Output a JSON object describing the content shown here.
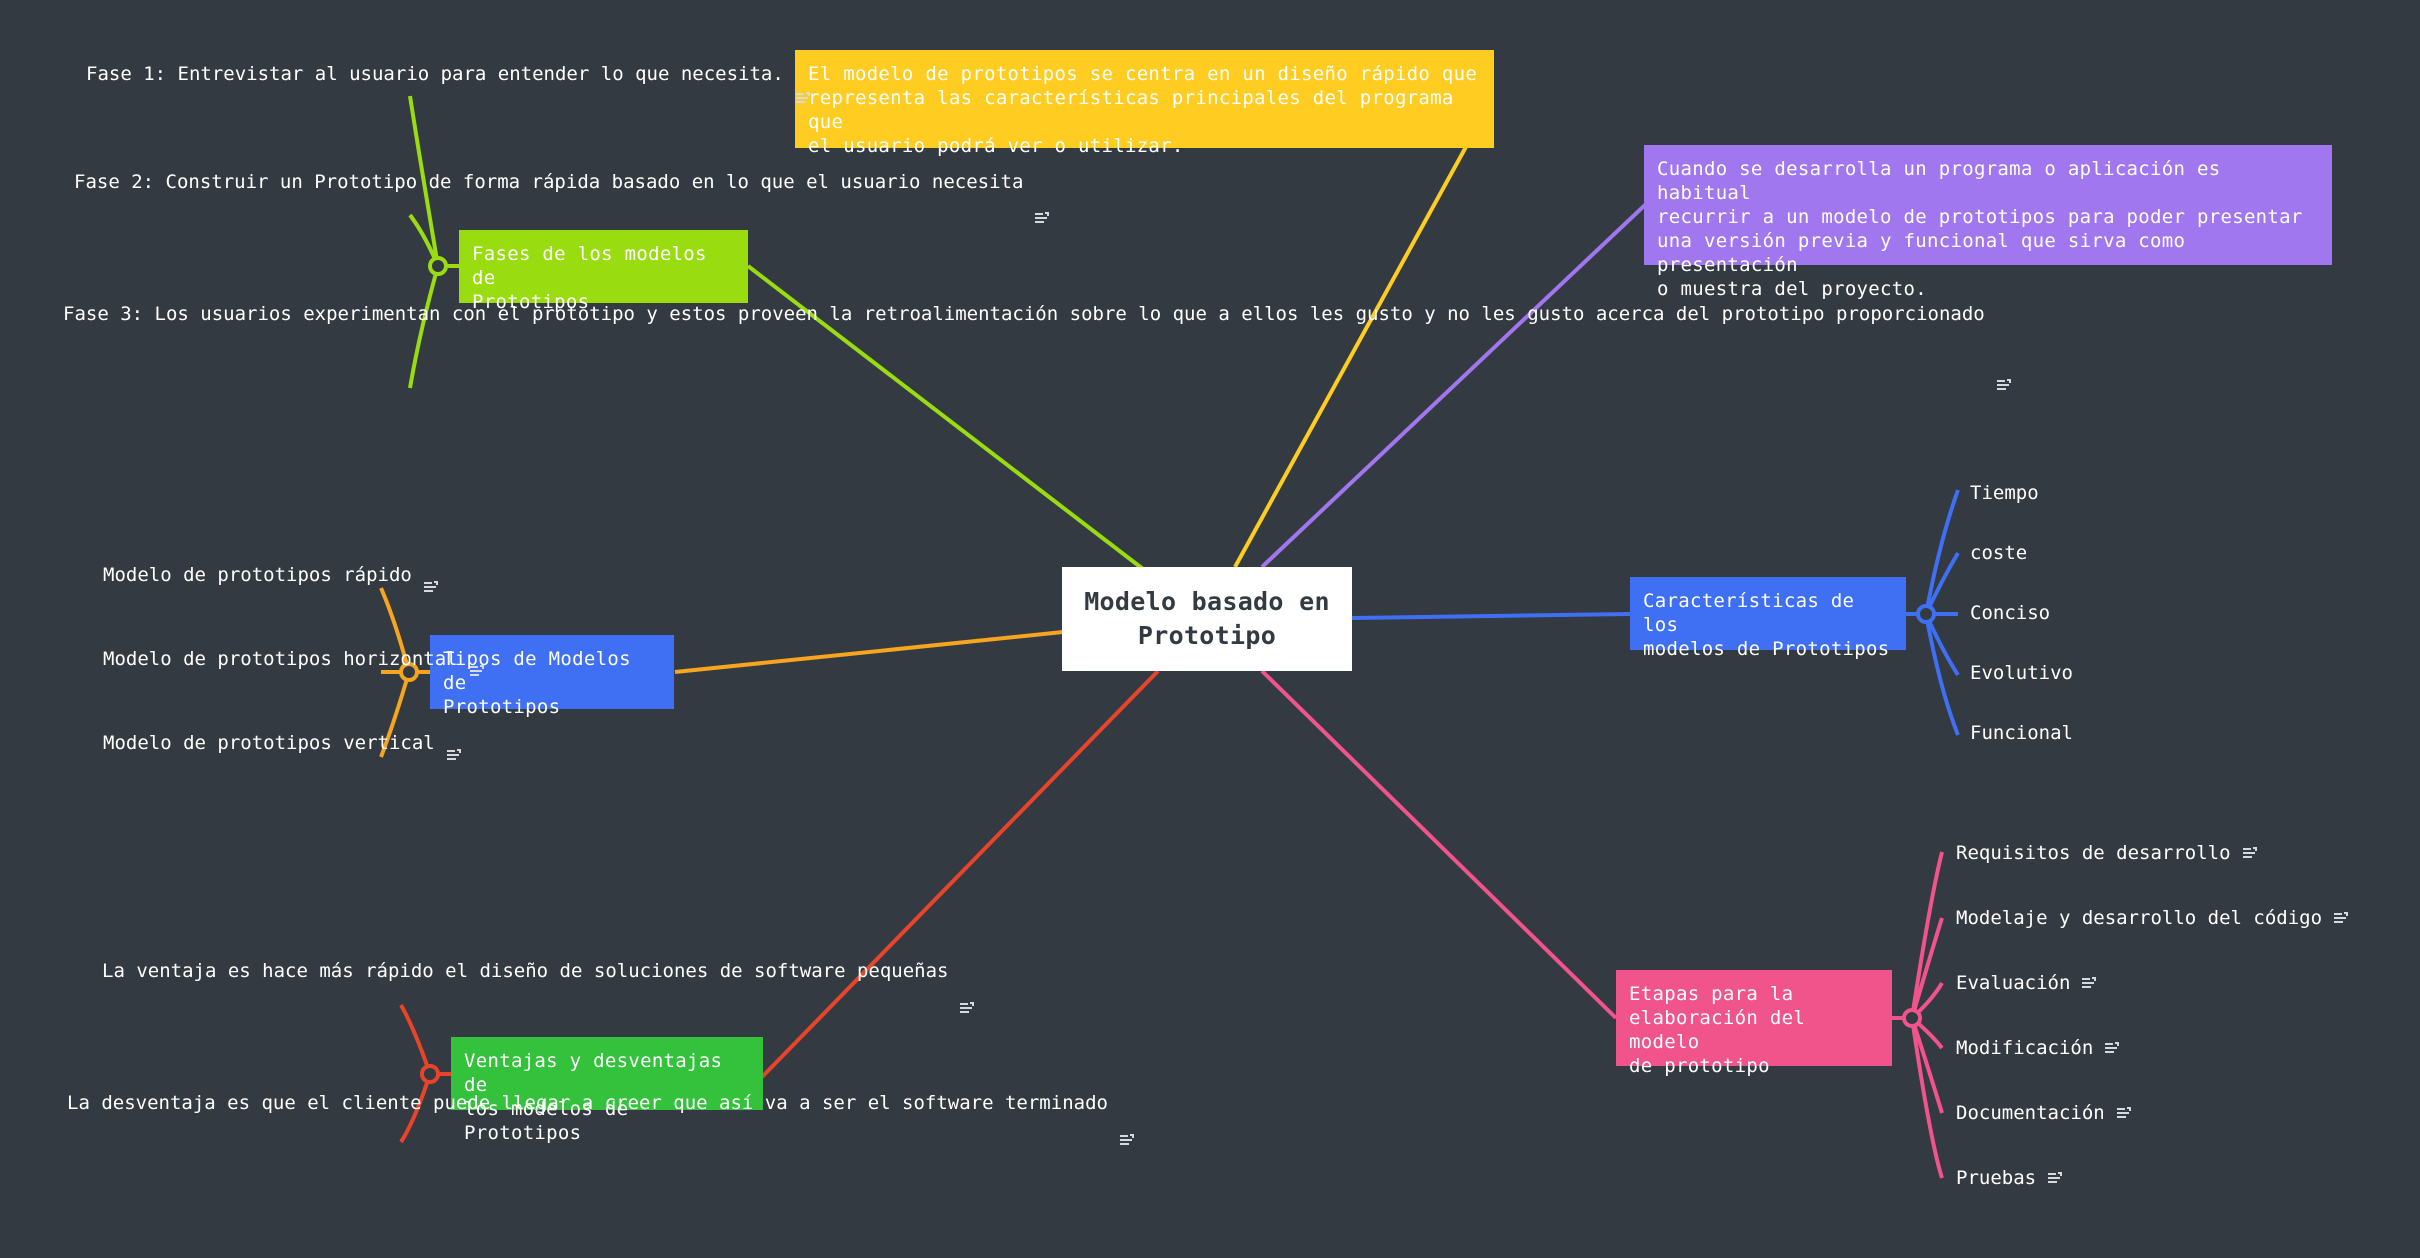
{
  "colors": {
    "background": "#343a41",
    "central": "#ffffff",
    "yellow": "#ffcc22",
    "purple": "#a077ef",
    "blue": "#3f6ff2",
    "pink": "#f0548a",
    "green_topic": "#99dd11",
    "green_adv": "#34c23c",
    "orange": "#f6a51f",
    "red": "#e8442a"
  },
  "central": {
    "title": "Modelo basado en\nPrototipo"
  },
  "notes": {
    "definition": "El modelo de prototipos se centra en un diseño rápido que\nrepresenta las características principales del programa que\nel usuario podrá ver o utilizar.",
    "usage": "Cuando se desarrolla un programa o aplicación es habitual\nrecurrir a un modelo de prototipos para poder presentar\nuna versión previa y funcional que sirva como presentación\no muestra del proyecto."
  },
  "topics": {
    "fases": {
      "label": "Fases de los modelos de\nPrototipos",
      "items": [
        "Fase 1: Entrevistar al\nusuario para entender lo\nque necesita.",
        "Fase 2: Construir un\nPrototipo de forma rápida\nbasado en lo que el\nusuario necesita",
        "Fase 3: Los usuarios\nexperimentan con el\nprototipo y estos proveen\nla retroalimentación sobre\nlo que a ellos les gusto y\nno les gusto acerca del\nprototipo proporcionado"
      ]
    },
    "tipos": {
      "label": "Tipos de Modelos de\nPrototipos",
      "items": [
        "Modelo de prototipos\nrápido",
        "Modelo de prototipos\nhorizontal",
        "Modelo de prototipos\nvertical"
      ]
    },
    "ventajas": {
      "label": "Ventajas y desventajas de\nlos modelos de Prototipos",
      "items": [
        "La ventaja es hace más\nrápido el diseño de\nsoluciones de software\npequeñas",
        "La desventaja es que el\ncliente puede llegar a\ncreer que así va a ser el\nsoftware terminado"
      ]
    },
    "caracteristicas": {
      "label": "Características de los\nmodelos de Prototipos",
      "items": [
        "Tiempo",
        "coste",
        "Conciso",
        "Evolutivo",
        "Funcional"
      ]
    },
    "etapas": {
      "label": "Etapas para la\nelaboración del modelo\nde prototipo",
      "items": [
        "Requisitos de desarrollo",
        "Modelaje y desarrollo del código",
        "Evaluación",
        "Modificación",
        "Documentación",
        "Pruebas"
      ]
    }
  }
}
